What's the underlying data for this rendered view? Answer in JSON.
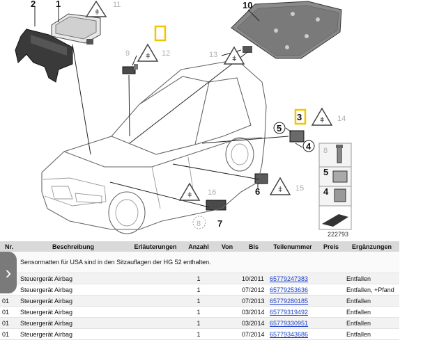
{
  "diagram": {
    "ref_number": "222793",
    "item_numbers": [
      "1",
      "2",
      "3",
      "4",
      "5",
      "6",
      "7",
      "8",
      "9",
      "10",
      "11",
      "12",
      "13",
      "14",
      "15",
      "16"
    ],
    "legend_numbers": [
      "8",
      "5",
      "4"
    ]
  },
  "table": {
    "headers": [
      "Nr.",
      "Beschreibung",
      "Erläuterungen",
      "Anzahl",
      "Von",
      "Bis",
      "Teilenummer",
      "Preis",
      "Ergänzungen"
    ],
    "note_row": {
      "nr": "",
      "beschreibung": "Sensormatten für USA sind in den Sitzauflagen der HG 52 enthalten."
    },
    "rows": [
      {
        "nr": "",
        "beschreibung": "Steuergerät Airbag",
        "erlaeuterungen": "",
        "anzahl": "1",
        "von": "",
        "bis": "10/2011",
        "teilenummer": "65779247383",
        "preis": "",
        "ergaenzungen": "Entfallen"
      },
      {
        "nr": "",
        "beschreibung": "Steuergerät Airbag",
        "erlaeuterungen": "",
        "anzahl": "1",
        "von": "",
        "bis": "07/2012",
        "teilenummer": "65779253636",
        "preis": "",
        "ergaenzungen": "Entfallen, +Pfand"
      },
      {
        "nr": "01",
        "beschreibung": "Steuergerät Airbag",
        "erlaeuterungen": "",
        "anzahl": "1",
        "von": "",
        "bis": "07/2013",
        "teilenummer": "65779280185",
        "preis": "",
        "ergaenzungen": "Entfallen"
      },
      {
        "nr": "01",
        "beschreibung": "Steuergerät Airbag",
        "erlaeuterungen": "",
        "anzahl": "1",
        "von": "",
        "bis": "03/2014",
        "teilenummer": "65779319492",
        "preis": "",
        "ergaenzungen": "Entfallen"
      },
      {
        "nr": "01",
        "beschreibung": "Steuergerät Airbag",
        "erlaeuterungen": "",
        "anzahl": "1",
        "von": "",
        "bis": "03/2014",
        "teilenummer": "65779330951",
        "preis": "",
        "ergaenzungen": "Entfallen"
      },
      {
        "nr": "01",
        "beschreibung": "Steuergerät Airbag",
        "erlaeuterungen": "",
        "anzahl": "1",
        "von": "",
        "bis": "07/2014",
        "teilenummer": "65779343686",
        "preis": "",
        "ergaenzungen": "Entfallen"
      }
    ]
  },
  "side_tab": {
    "icon": "chevron-right-icon",
    "glyph": "›"
  },
  "colors": {
    "highlight": "#f5c400",
    "link": "#1a3fc9",
    "header_bg": "#d9d9d9"
  }
}
